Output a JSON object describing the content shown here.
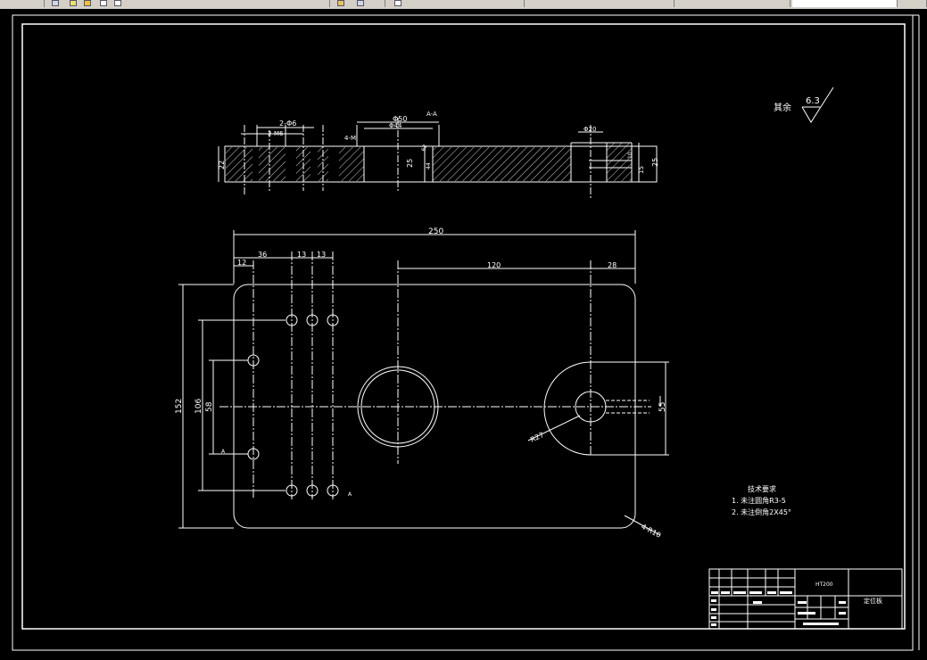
{
  "toolbar": {
    "segments": [
      "",
      "",
      "",
      "",
      "",
      "",
      "",
      ""
    ]
  },
  "drawing": {
    "surface_finish": {
      "label": "其余",
      "value": "6.3"
    },
    "section_view": {
      "labels": {
        "d1": "2-Φ6",
        "d2": "2-M6",
        "d3": "4-M",
        "d4": "Φ50",
        "d5": "Φ44",
        "d6": "A-A",
        "d7": "Φ20",
        "d8": "22",
        "d9": "25",
        "d10": "25",
        "d11": "15",
        "d12": "44",
        "d13": "62",
        "d14": "10"
      }
    },
    "plan_view": {
      "dims": {
        "overall_width": "250",
        "left_36": "36",
        "hole_13a": "13",
        "hole_13b": "13",
        "left_12": "12",
        "center_120": "120",
        "right_28": "28",
        "height_152": "152",
        "height_106": "106",
        "height_58": "58",
        "slot_55": "55",
        "radius_r27": "R27",
        "corner_4r10": "4-R10",
        "section_a1": "A",
        "section_a2": "A"
      }
    },
    "tech_requirements": {
      "title": "技术要求",
      "items": [
        "1. 未注圆角R3-5",
        "2. 未注倒角2X45°"
      ]
    },
    "title_block": {
      "material": "HT200",
      "part_name": "定位板"
    }
  }
}
